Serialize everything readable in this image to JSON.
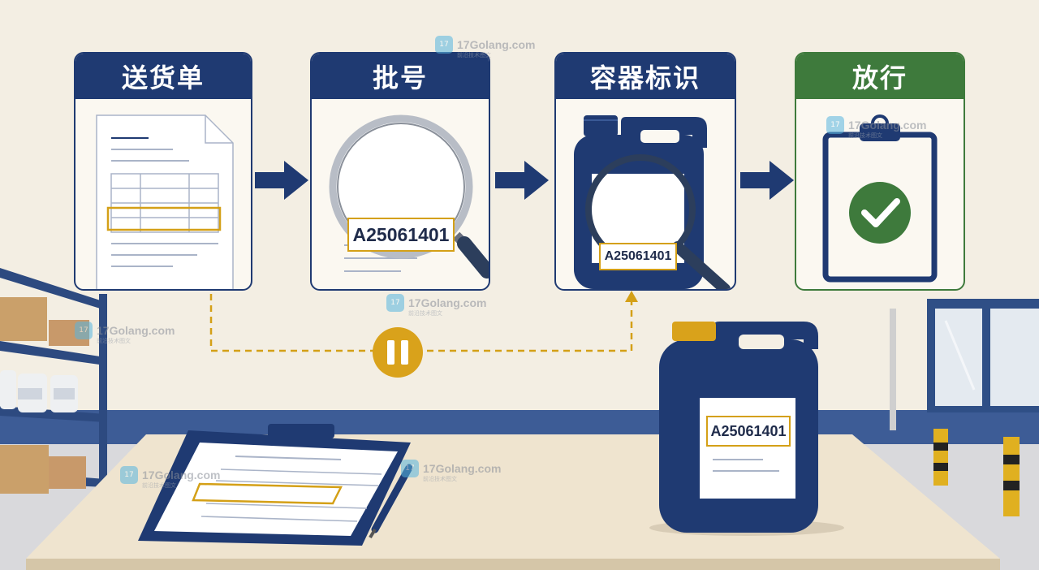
{
  "steps": [
    {
      "title": "送货单"
    },
    {
      "title": "批号",
      "lot": "A25061401"
    },
    {
      "title": "容器标识",
      "lot": "A25061401"
    },
    {
      "title": "放行"
    }
  ],
  "container_label": "A25061401",
  "watermark": {
    "text": "17Golang.com",
    "logo": "17",
    "subtitle": "前沿技术图文"
  },
  "colors": {
    "navy": "#1f3a72",
    "gold": "#d4a017",
    "green": "#3e7a3c",
    "background": "#f4efe4"
  },
  "icons": [
    "document-icon",
    "magnifier-icon",
    "jerrycan-icon",
    "clipboard-check-icon",
    "arrow-right-icon",
    "pause-icon",
    "pen-icon"
  ]
}
